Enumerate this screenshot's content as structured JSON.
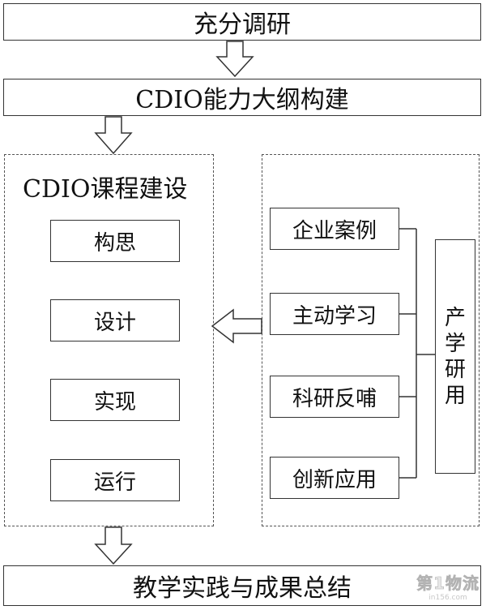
{
  "flow": {
    "step1": "充分调研",
    "step2": "CDIO能力大纲构建",
    "course": {
      "title": "CDIO课程建设",
      "items": [
        "构思",
        "设计",
        "实现",
        "运行"
      ]
    },
    "cooperation": {
      "items": [
        "企业案例",
        "主动学习",
        "科研反哺",
        "创新应用"
      ],
      "label_chars": [
        "产",
        "学",
        "研",
        "用"
      ]
    },
    "final": "教学实践与成果总结"
  },
  "watermark": {
    "main": "第1物流",
    "sub": "in156.com"
  }
}
